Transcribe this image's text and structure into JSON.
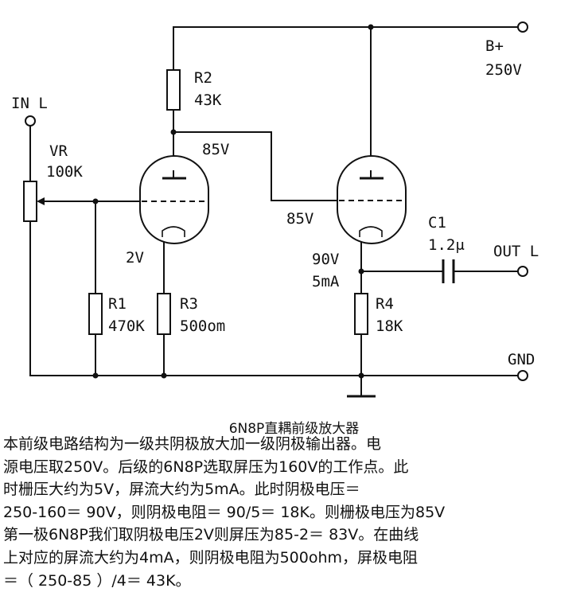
{
  "labels": {
    "in_l": "IN L",
    "vr_name": "VR",
    "vr_value": "100K",
    "r2_name": "R2",
    "r2_value": "43K",
    "b_plus": "B+",
    "b_plus_voltage": "250V",
    "v1_plate": "85V",
    "v2_grid": "85V",
    "v1_cathode": "2V",
    "c1_name": "C1",
    "c1_value": "1.2μ",
    "out_l": "OUT L",
    "v2_cathode_v": "90V",
    "v2_cathode_i": "5mA",
    "r1_name": "R1",
    "r1_value": "470K",
    "r3_name": "R3",
    "r3_value": "500om",
    "r4_name": "R4",
    "r4_value": "18K",
    "gnd": "GND"
  },
  "caption": "6N8P直耦前级放大器",
  "description_lines": [
    "本前级电路结构为一级共阴极放大加一级阴极输出器。电",
    "源电压取250V。后级的6N8P选取屏压为160V的工作点。此",
    "时栅压大约为5V，屏流大约为5mA。此时阴极电压＝",
    "250-160＝ 90V，则阴极电阻＝ 90/5＝ 18K。则栅极电压为85V",
    "第一极6N8P我们取阴极电压2V则屏压为85-2＝ 83V。在曲线",
    "上对应的屏流大约为4mA，则阴极电阻为500ohm，屏极电阻",
    "＝（ 250-85 ）/4＝ 43K。"
  ]
}
